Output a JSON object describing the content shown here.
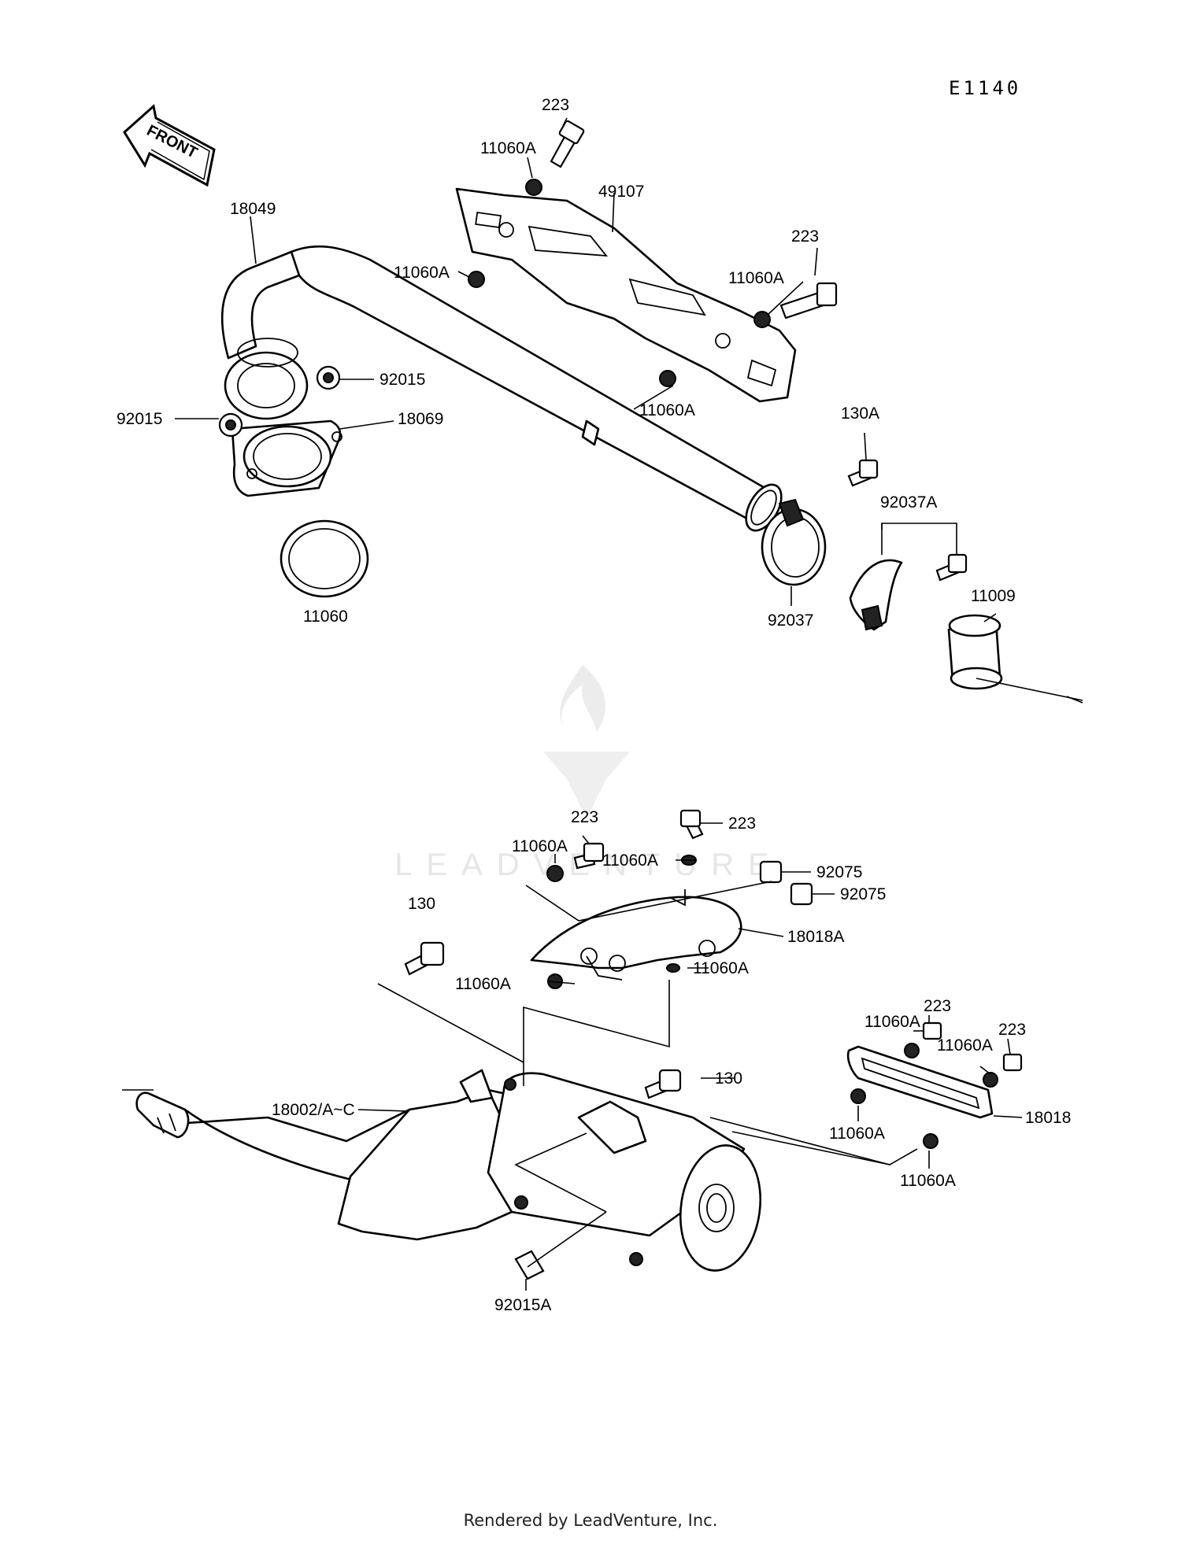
{
  "diagram_id": "E1140",
  "front_indicator": "FRONT",
  "watermark": "LEADVENTURE",
  "footer": "Rendered by LeadVenture, Inc.",
  "callouts": {
    "c1": "223",
    "c2": "11060A",
    "c3": "49107",
    "c4": "18049",
    "c5": "11060A",
    "c6": "223",
    "c7": "11060A",
    "c8": "92015",
    "c9": "92015",
    "c10": "18069",
    "c11": "11060A",
    "c12": "130A",
    "c13": "92037A",
    "c14": "11060",
    "c15": "92037",
    "c16": "11009",
    "c17": "223",
    "c18": "223",
    "c19": "11060A",
    "c20": "11060A",
    "c21": "92075",
    "c22": "92075",
    "c23": "130",
    "c24": "18018A",
    "c25": "11060A",
    "c26": "11060A",
    "c27": "223",
    "c28": "11060A",
    "c29": "223",
    "c30": "11060A",
    "c31": "130",
    "c32": "18002/A~C",
    "c33": "18018",
    "c34": "11060A",
    "c35": "11060A",
    "c36": "92015A"
  }
}
